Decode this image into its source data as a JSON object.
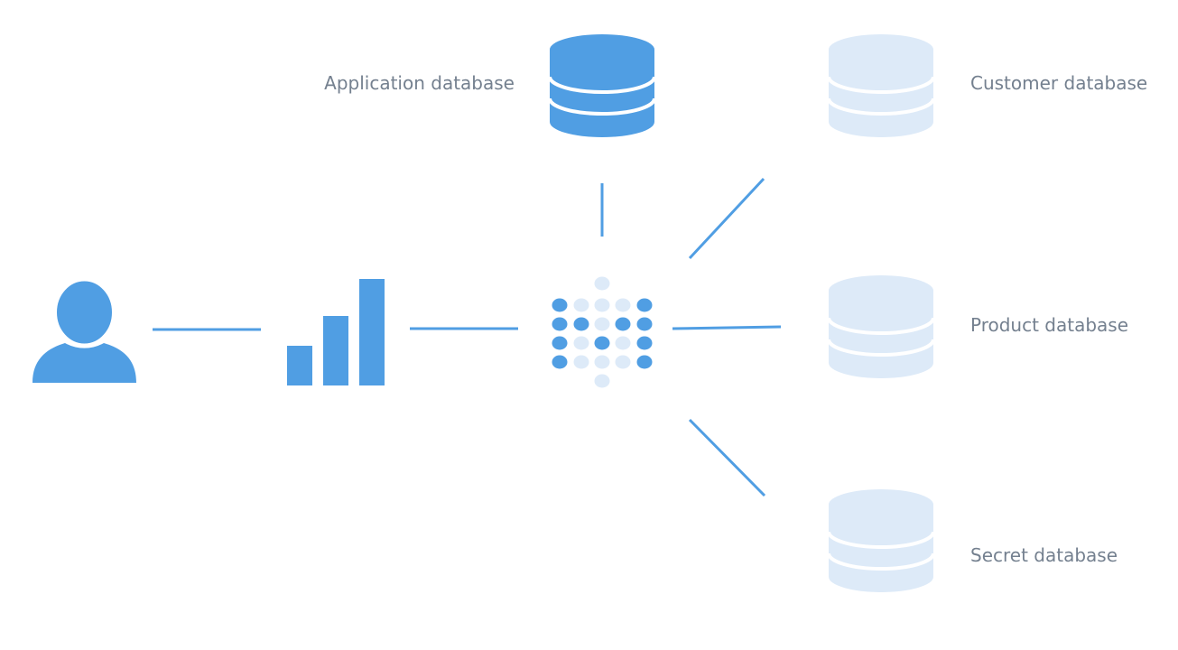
{
  "colors": {
    "accent": "#509ee3",
    "muted": "#ddeaf8",
    "label_text": "#74808f",
    "background": "#ffffff"
  },
  "nodes": {
    "user": {
      "icon": "user-icon"
    },
    "analytics": {
      "icon": "bar-chart-icon"
    },
    "hub": {
      "icon": "dot-grid-logo-icon"
    }
  },
  "databases": {
    "application": {
      "label": "Application database",
      "active": true,
      "icon": "database-icon"
    },
    "customer": {
      "label": "Customer database",
      "active": false,
      "icon": "database-icon"
    },
    "product": {
      "label": "Product database",
      "active": false,
      "icon": "database-icon"
    },
    "secret": {
      "label": "Secret database",
      "active": false,
      "icon": "database-icon"
    }
  }
}
